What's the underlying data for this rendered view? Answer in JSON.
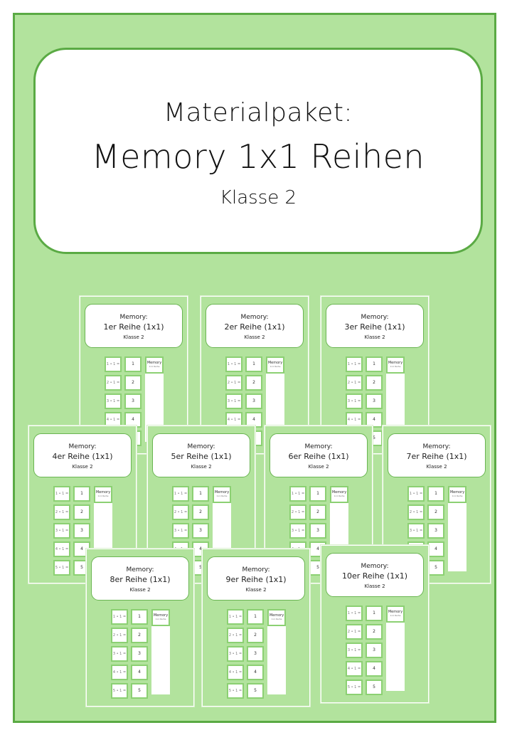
{
  "cover": {
    "line1": "Materialpaket:",
    "line2": "Memory 1x1 Reihen",
    "line3": "Klasse 2"
  },
  "colors": {
    "background_green": "#b2e39d",
    "border_green": "#5aaa44",
    "tile_border_green": "#8cd073"
  },
  "cards": [
    {
      "label": "Memory:",
      "title": "1er Reihe (1x1)",
      "grade": "Klasse 2"
    },
    {
      "label": "Memory:",
      "title": "2er Reihe (1x1)",
      "grade": "Klasse 2"
    },
    {
      "label": "Memory:",
      "title": "3er Reihe (1x1)",
      "grade": "Klasse 2"
    },
    {
      "label": "Memory:",
      "title": "4er Reihe (1x1)",
      "grade": "Klasse 2"
    },
    {
      "label": "Memory:",
      "title": "5er Reihe (1x1)",
      "grade": "Klasse 2"
    },
    {
      "label": "Memory:",
      "title": "6er Reihe (1x1)",
      "grade": "Klasse 2"
    },
    {
      "label": "Memory:",
      "title": "7er Reihe (1x1)",
      "grade": "Klasse 2"
    },
    {
      "label": "Memory:",
      "title": "8er Reihe (1x1)",
      "grade": "Klasse 2"
    },
    {
      "label": "Memory:",
      "title": "9er Reihe (1x1)",
      "grade": "Klasse 2"
    },
    {
      "label": "Memory:",
      "title": "10er Reihe (1x1)",
      "grade": "Klasse 2"
    }
  ],
  "preview_tiles": {
    "tasks": [
      "1 • 1 =",
      "2 • 1 =",
      "3 • 1 =",
      "4 • 1 =",
      "5 • 1 ="
    ],
    "results": [
      "1",
      "2",
      "3",
      "4",
      "5"
    ],
    "memory_title": "Memory",
    "memory_sub": "1x1 Reihe"
  }
}
